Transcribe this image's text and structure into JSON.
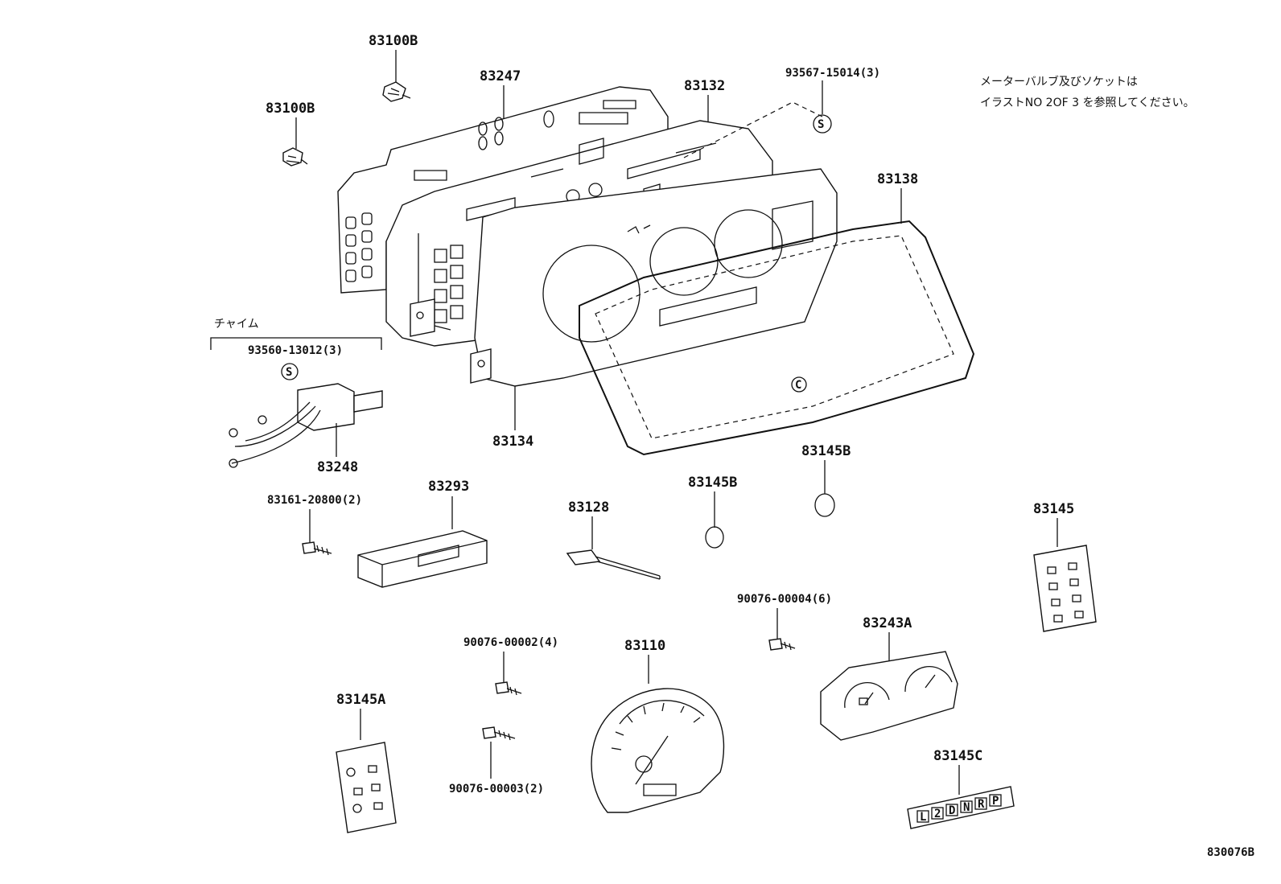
{
  "note": {
    "line1": "メーターバルブ及びソケットは",
    "line2": "イラストNO 2OF 3 を参照してください。"
  },
  "labels": {
    "p83100b_top": "83100B",
    "p83100b_left": "83100B",
    "p83247": "83247",
    "p83132": "83132",
    "p93567": "93567-15014(3)",
    "p83138": "83138",
    "chime": "チャイム",
    "p93560": "93560-13012(3)",
    "p83248": "83248",
    "p83134": "83134",
    "p83145b_a": "83145B",
    "p83145b_b": "83145B",
    "p83161": "83161-20800(2)",
    "p83293": "83293",
    "p83128": "83128",
    "p83145": "83145",
    "p90076_4": "90076-00004(6)",
    "p83243a": "83243A",
    "p90076_2": "90076-00002(4)",
    "p83110": "83110",
    "p83145a": "83145A",
    "p83145c": "83145C",
    "p90076_3": "90076-00003(2)",
    "figure_id": "830076B"
  },
  "symbols": {
    "s_mark": "S",
    "c_mark": "C",
    "shift_letters": [
      "L",
      "2",
      "D",
      "N",
      "R",
      "P"
    ]
  }
}
